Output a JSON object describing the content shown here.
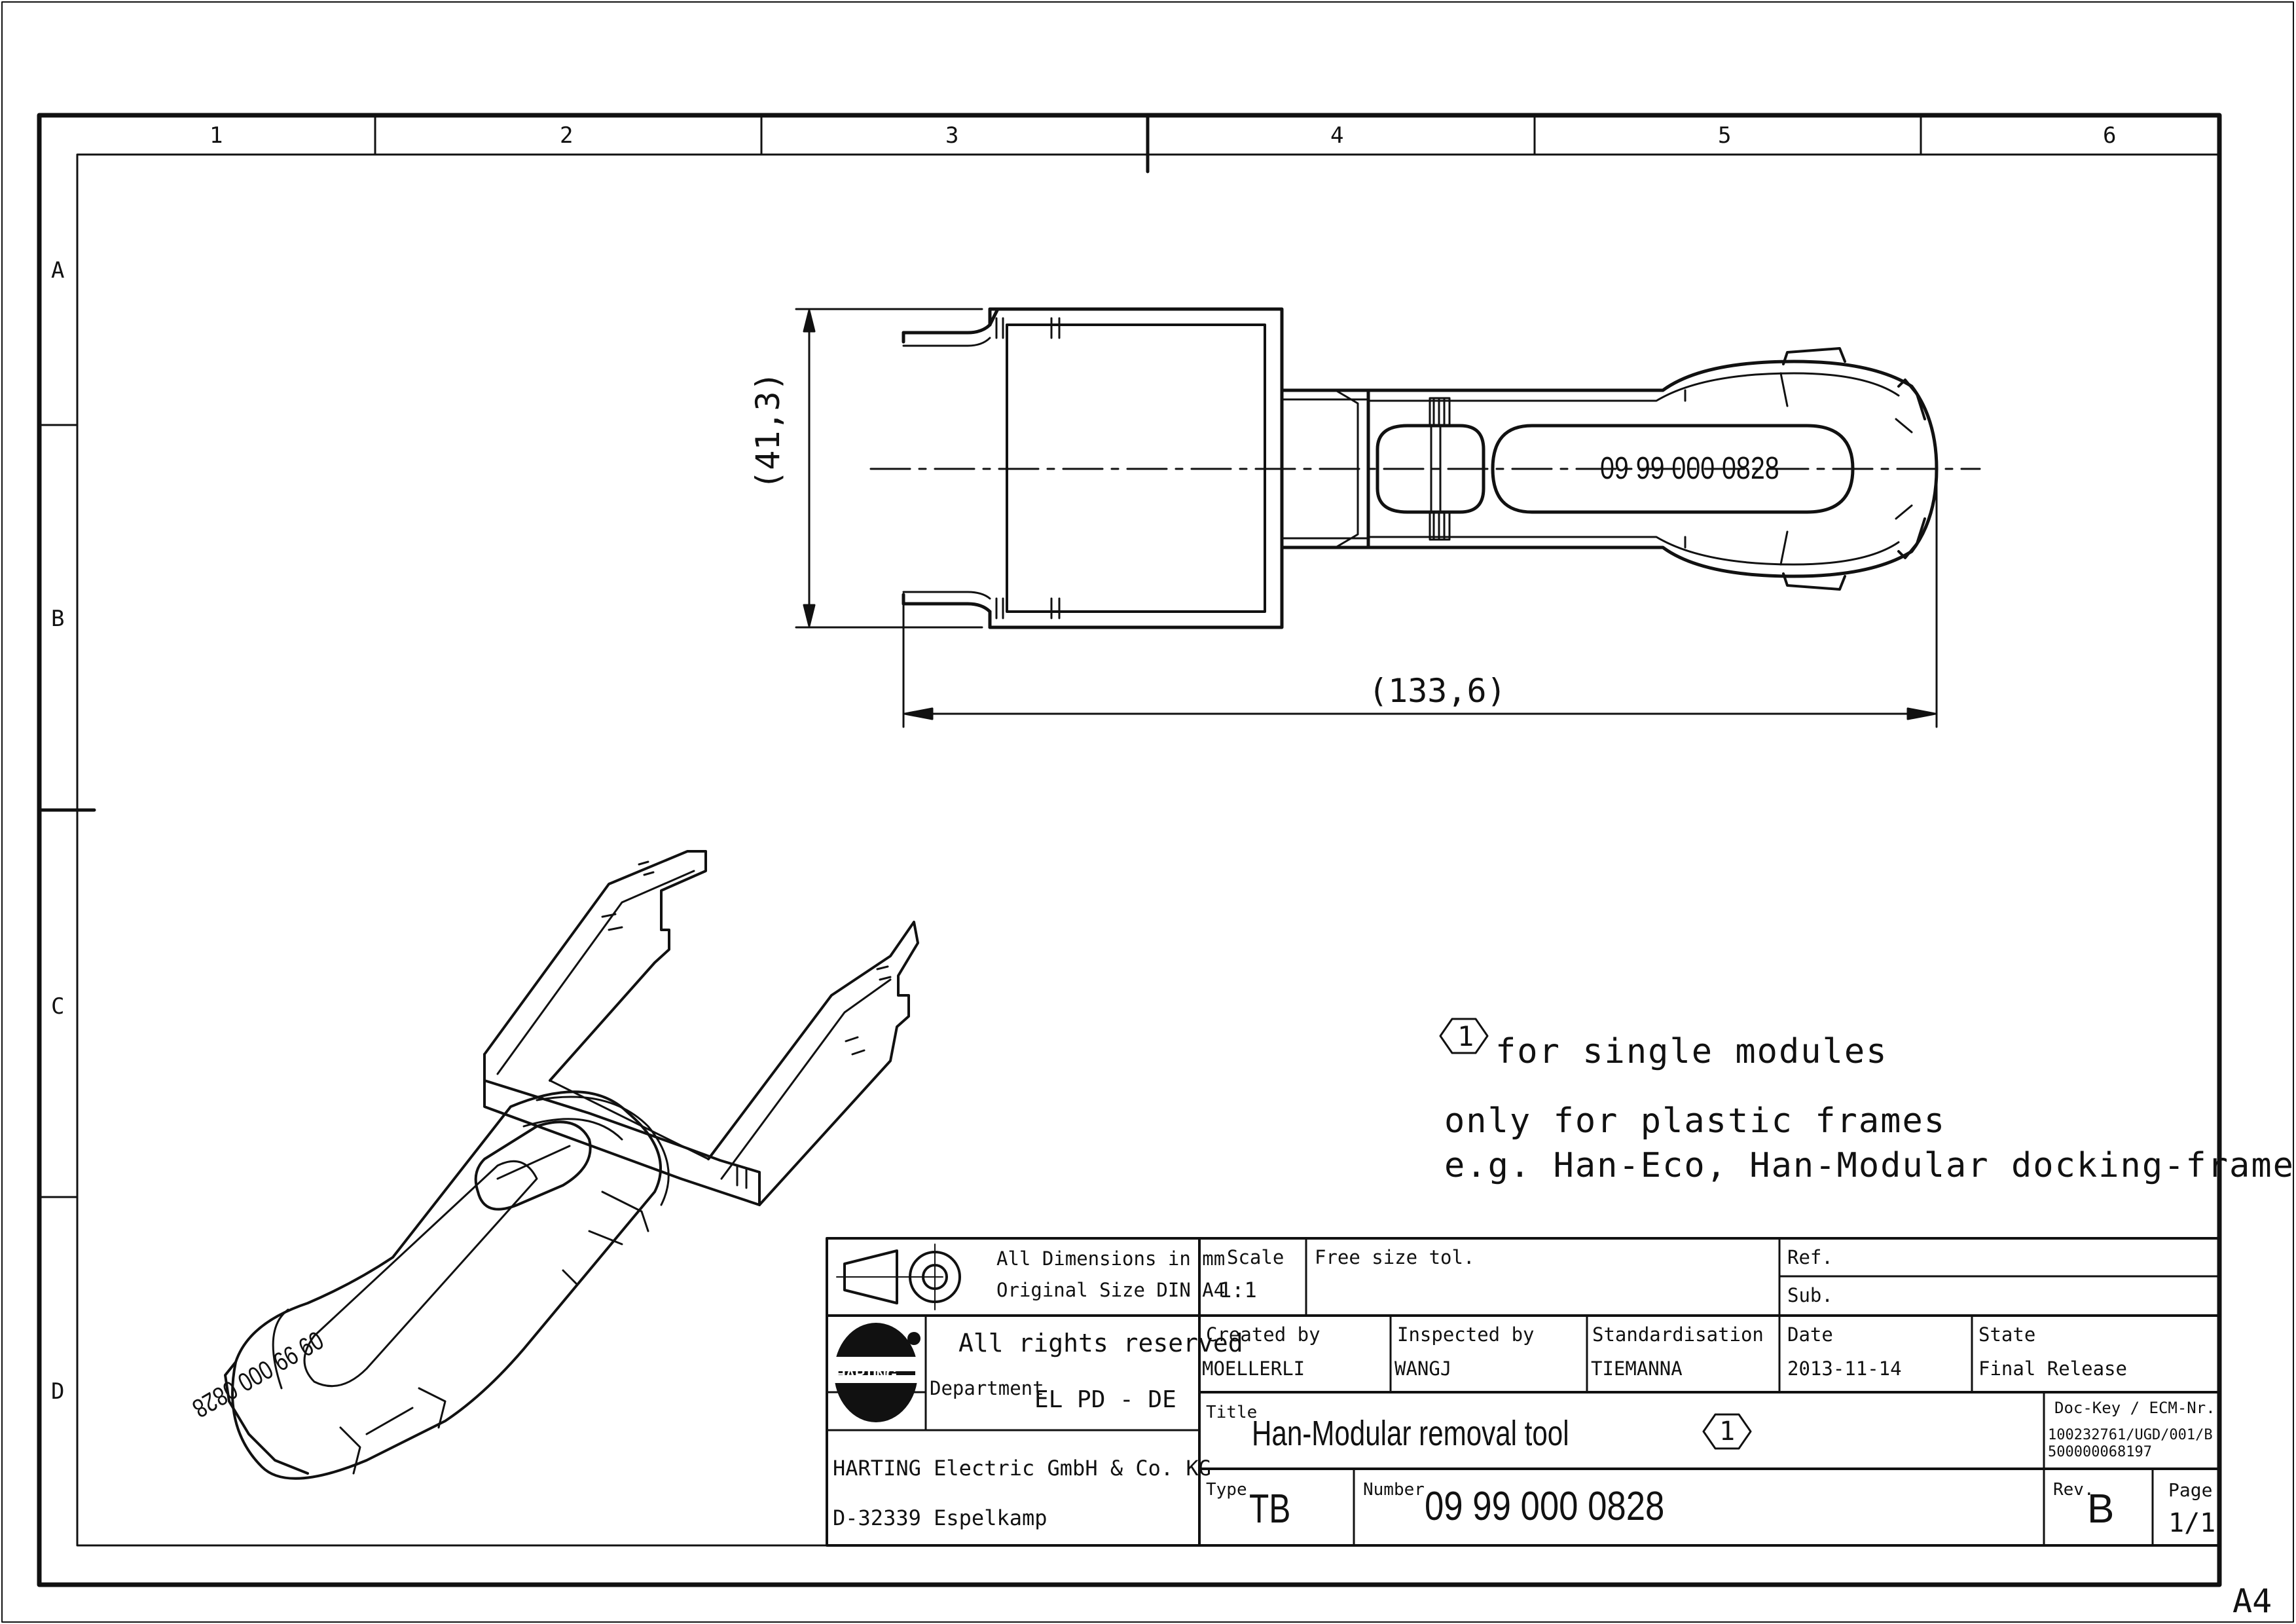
{
  "sheet": {
    "zones_columns": [
      "1",
      "2",
      "3",
      "4",
      "5",
      "6"
    ],
    "zones_rows": [
      "A",
      "B",
      "C",
      "D"
    ],
    "format": "A4"
  },
  "drawing": {
    "dimension_height": "(41,3)",
    "dimension_length": "(133,6)",
    "part_engraving": "09 99 000 0828",
    "iso_engraving": "09 99 000 0828"
  },
  "notes": {
    "balloon": "1",
    "line1": "for single modules",
    "line2": "only for plastic frames",
    "line3": "e.g. Han-Eco, Han-Modular docking-frame"
  },
  "title_block": {
    "dimensions_note": "All Dimensions in mm",
    "original_size": "Original Size DIN A4",
    "scale_label": "Scale",
    "scale_value": "1:1",
    "tolerance": "Free size tol.",
    "ref_label": "Ref.",
    "sub_label": "Sub.",
    "logo_text": "HARTING",
    "rights": "All rights reserved",
    "department_label": "Department",
    "department_value": "EL PD - DE",
    "company": "HARTING Electric GmbH & Co. KG",
    "address": "D-32339 Espelkamp",
    "created_by_label": "Created by",
    "created_by": "MOELLERLI",
    "inspected_by_label": "Inspected by",
    "inspected_by": "WANGJ",
    "standardisation_label": "Standardisation",
    "standardisation": "TIEMANNA",
    "date_label": "Date",
    "date": "2013-11-14",
    "state_label": "State",
    "state": "Final Release",
    "title_label": "Title",
    "title": "Han-Modular removal tool",
    "title_balloon": "1",
    "dockey_label": "Doc-Key / ECM-Nr.",
    "dockey_1": "100232761/UGD/001/B",
    "dockey_2": "500000068197",
    "type_label": "Type",
    "type": "TB",
    "number_label": "Number",
    "number": "09 99 000 0828",
    "rev_label": "Rev.",
    "rev": "B",
    "page_label": "Page",
    "page": "1/1"
  },
  "colors": {
    "ink": "#111111",
    "paper": "#ffffff"
  }
}
